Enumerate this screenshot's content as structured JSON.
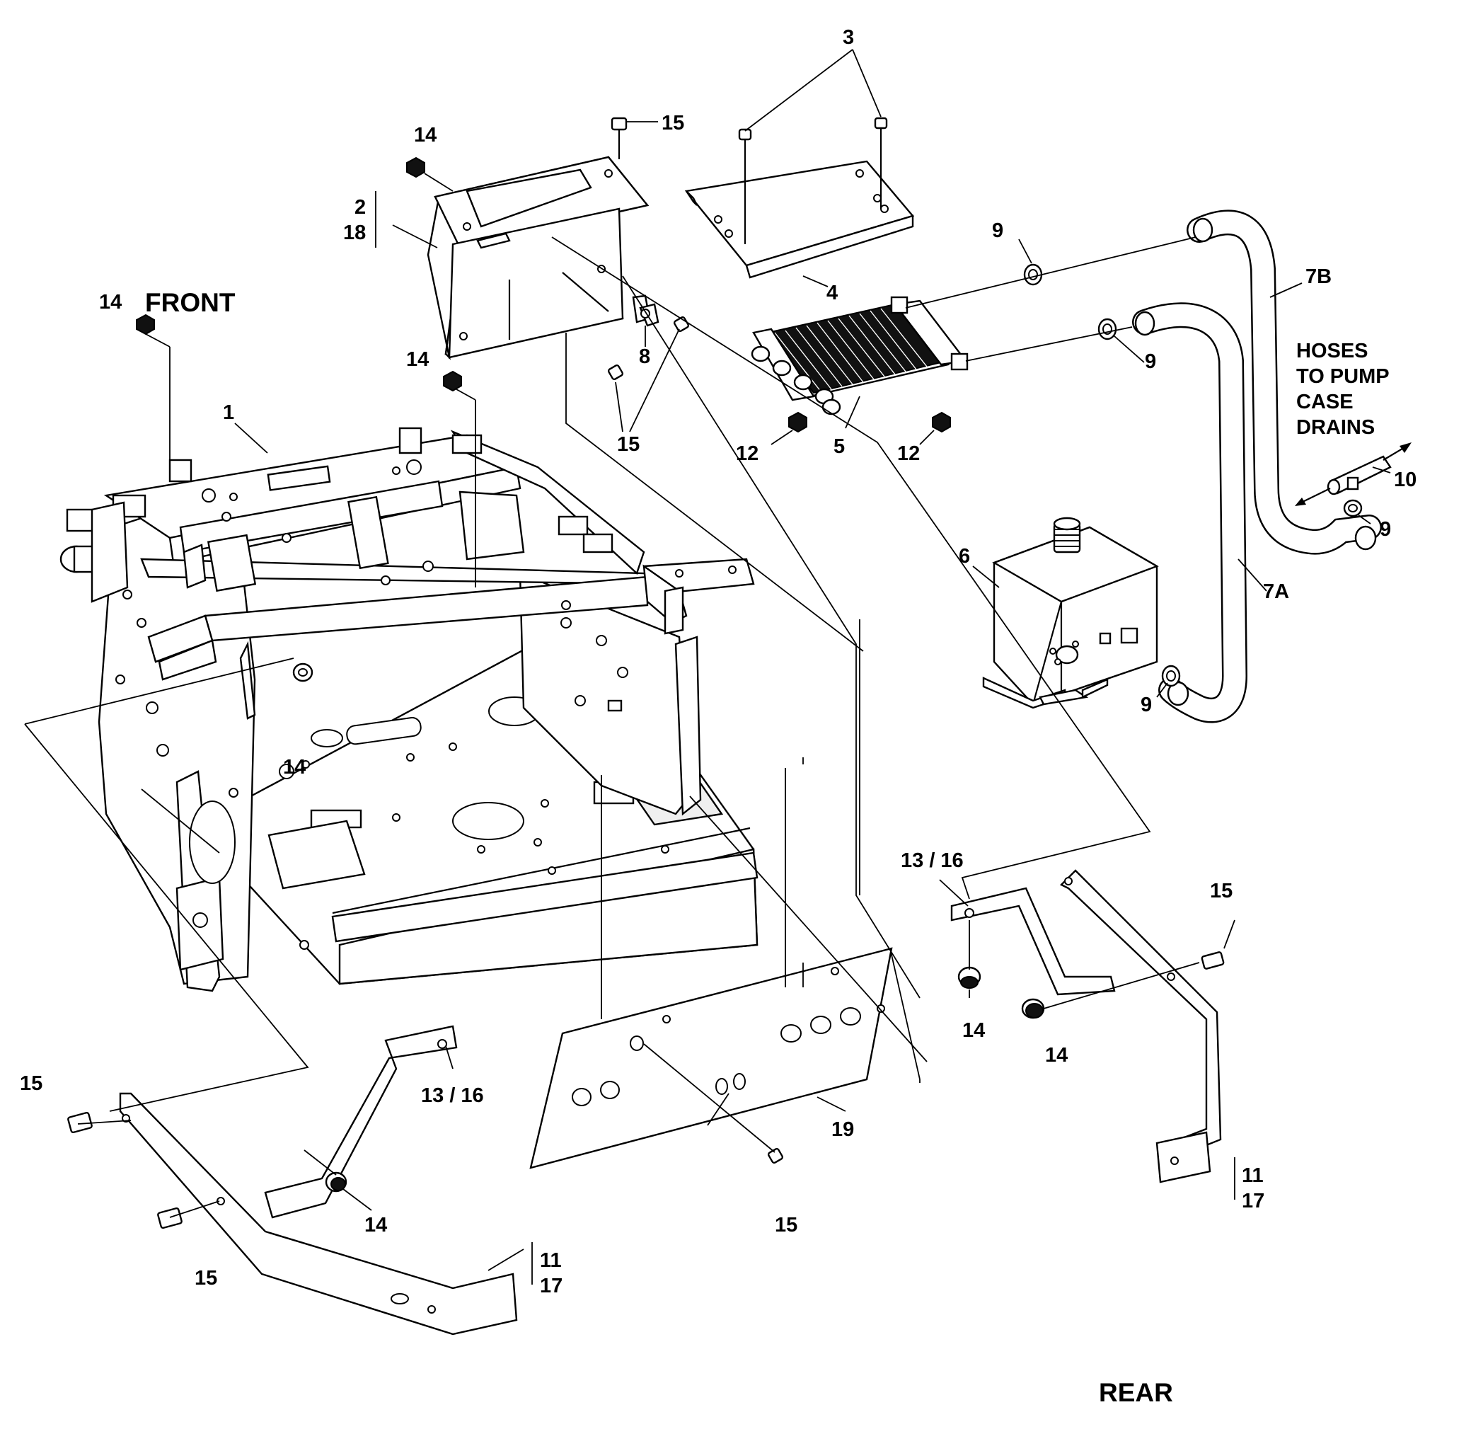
{
  "labels": {
    "front": "FRONT",
    "rear": "REAR",
    "hoses_note": [
      "HOSES",
      "TO PUMP",
      "CASE",
      "DRAINS"
    ],
    "callouts": {
      "c1": "1",
      "c2_18_a": "2",
      "c2_18_b": "18",
      "c3": "3",
      "c4": "4",
      "c5": "5",
      "c6": "6",
      "c7a": "7A",
      "c7b": "7B",
      "c8": "8",
      "c9_a": "9",
      "c9_b": "9",
      "c9_c": "9",
      "c9_d": "9",
      "c10": "10",
      "c11_17_l_a": "11",
      "c11_17_l_b": "17",
      "c11_17_r_a": "11",
      "c11_17_r_b": "17",
      "c12_a": "12",
      "c12_b": "12",
      "c13_16_l": "13 / 16",
      "c13_16_r": "13 / 16",
      "c14_a": "14",
      "c14_b": "14",
      "c14_c": "14",
      "c14_d": "14",
      "c14_e": "14",
      "c14_f": "14",
      "c14_g": "14",
      "c15_a": "15",
      "c15_b": "15",
      "c15_c": "15",
      "c15_d": "15",
      "c15_e": "15",
      "c15_f": "15",
      "c19": "19"
    }
  }
}
